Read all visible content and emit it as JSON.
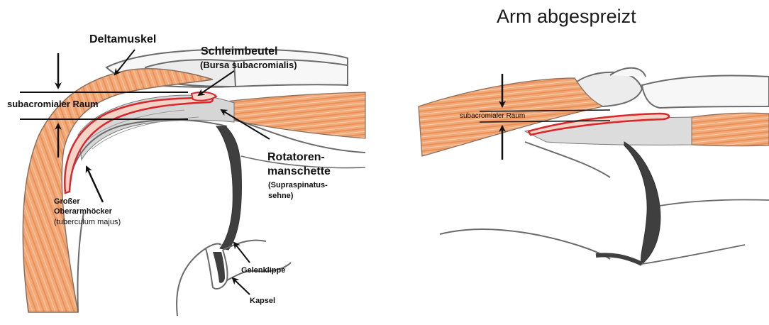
{
  "left_panel": {
    "labels": {
      "deltamuskel": "Deltamuskel",
      "schleimbeutel": "Schleimbeutel",
      "bursa": "(Bursa subacromialis)",
      "subacromialer_raum": "subacromialer Raum",
      "rotatoren_1": "Rotatoren-",
      "rotatoren_2": "manschette",
      "supra_1": "(Supraspinatus-",
      "supra_2": "sehne)",
      "grosser_1": "Großer",
      "grosser_2": "Oberarmhöcker",
      "tuberculum": "(tuberculum majus)",
      "gelenklippe": "Gelenklippe",
      "kapsel": "Kapsel"
    }
  },
  "right_panel": {
    "title": "Arm abgespreizt",
    "labels": {
      "subacromialer_raum": "subacromialer Raum"
    }
  },
  "colors": {
    "muscle": "#f2a46e",
    "muscle_dark": "#de7d45",
    "bursa": "#d8262c",
    "outline": "#6b6b6b",
    "dark_fill": "#3f3f3f",
    "shade": "#c9c9c9"
  }
}
